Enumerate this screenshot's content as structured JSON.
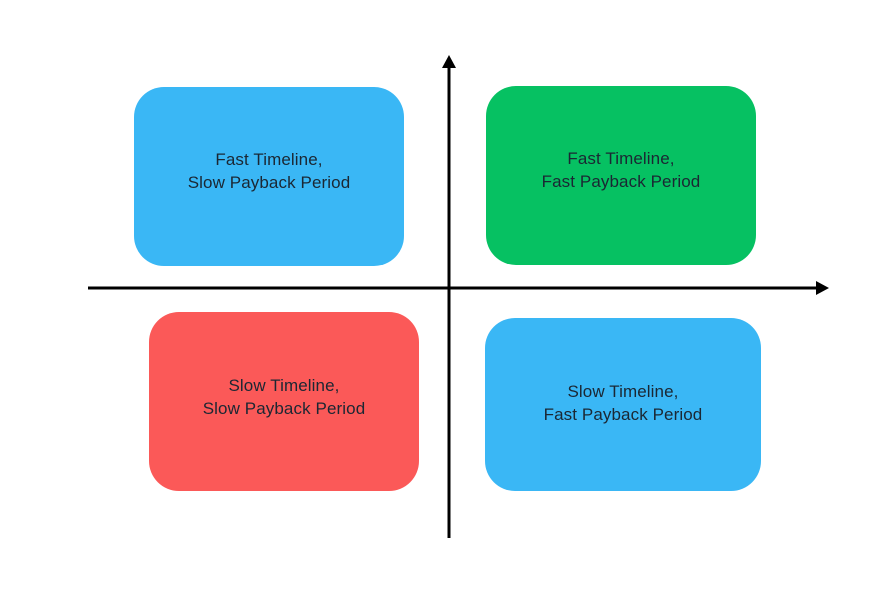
{
  "diagram": {
    "type": "quadrant-matrix",
    "background_color": "#ffffff",
    "axes": {
      "color": "#000000",
      "vertical_axis_label": "",
      "horizontal_axis_label": "",
      "vertical_arrow": "up",
      "horizontal_arrow": "right"
    },
    "quadrants": [
      {
        "id": "top-left",
        "position": "top-left",
        "line1": "Fast Timeline,",
        "line2": "Slow Payback Period",
        "text": "Fast Timeline,\nSlow Payback Period",
        "color": "#3AB7F5",
        "text_color": "#1b2733"
      },
      {
        "id": "top-right",
        "position": "top-right",
        "line1": "Fast Timeline,",
        "line2": "Fast Payback Period",
        "text": "Fast Timeline,\nFast Payback Period",
        "color": "#06C162",
        "text_color": "#1b2733"
      },
      {
        "id": "bottom-left",
        "position": "bottom-left",
        "line1": "Slow Timeline,",
        "line2": "Slow Payback Period",
        "text": "Slow Timeline,\nSlow Payback Period",
        "color": "#FB5958",
        "text_color": "#1b2733"
      },
      {
        "id": "bottom-right",
        "position": "bottom-right",
        "line1": "Slow Timeline,",
        "line2": "Fast Payback Period",
        "text": "Slow Timeline,\nFast Payback Period",
        "color": "#3AB7F5",
        "text_color": "#1b2733"
      }
    ]
  }
}
